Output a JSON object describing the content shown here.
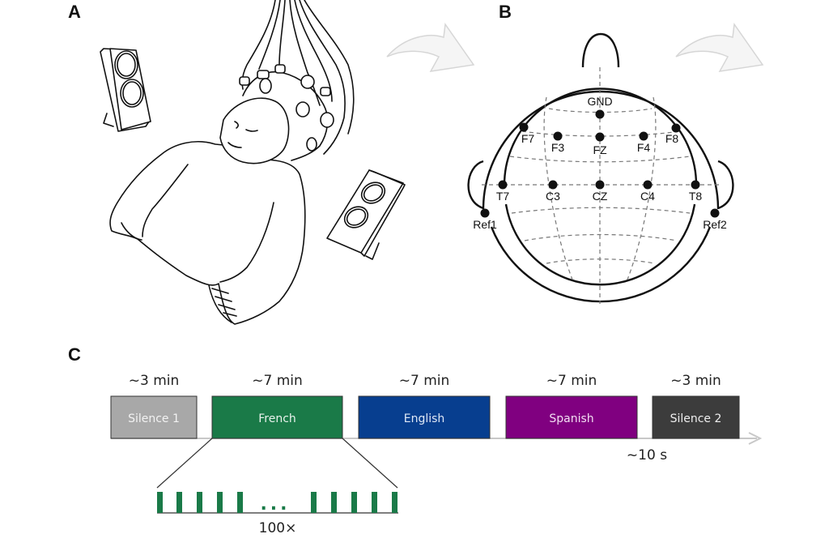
{
  "panels": {
    "a": {
      "label": "A"
    },
    "b": {
      "label": "B"
    },
    "c": {
      "label": "C"
    }
  },
  "icons": {
    "arrow_1": "curved-arrow-icon",
    "arrow_2": "curved-arrow-icon",
    "speaker_1": "speaker-icon",
    "speaker_2": "speaker-icon",
    "infant": "infant-with-eeg-cap-illustration"
  },
  "electrodes": [
    {
      "name": "GND"
    },
    {
      "name": "F7"
    },
    {
      "name": "F3"
    },
    {
      "name": "FZ"
    },
    {
      "name": "F4"
    },
    {
      "name": "F8"
    },
    {
      "name": "T7"
    },
    {
      "name": "C3"
    },
    {
      "name": "CZ"
    },
    {
      "name": "C4"
    },
    {
      "name": "T8"
    },
    {
      "name": "Ref1"
    },
    {
      "name": "Ref2"
    }
  ],
  "timeline": {
    "blocks": [
      {
        "label": "Silence 1",
        "duration": "~3 min",
        "color": "#a8a8a8",
        "text_color": "#f2f2f2"
      },
      {
        "label": "French",
        "duration": "~7 min",
        "color": "#1a7a48",
        "text_color": "#e8f2ec"
      },
      {
        "label": "English",
        "duration": "~7 min",
        "color": "#073e8f",
        "text_color": "#dfe8f6"
      },
      {
        "label": "Spanish",
        "duration": "~7 min",
        "color": "#800080",
        "text_color": "#f2def2"
      },
      {
        "label": "Silence 2",
        "duration": "~3 min",
        "color": "#3c3c3c",
        "text_color": "#eeeeee"
      }
    ],
    "gap_label": "~10 s",
    "repeat_label": "100×",
    "ellipsis": "...",
    "stimulus_color": "#1a7a48"
  }
}
